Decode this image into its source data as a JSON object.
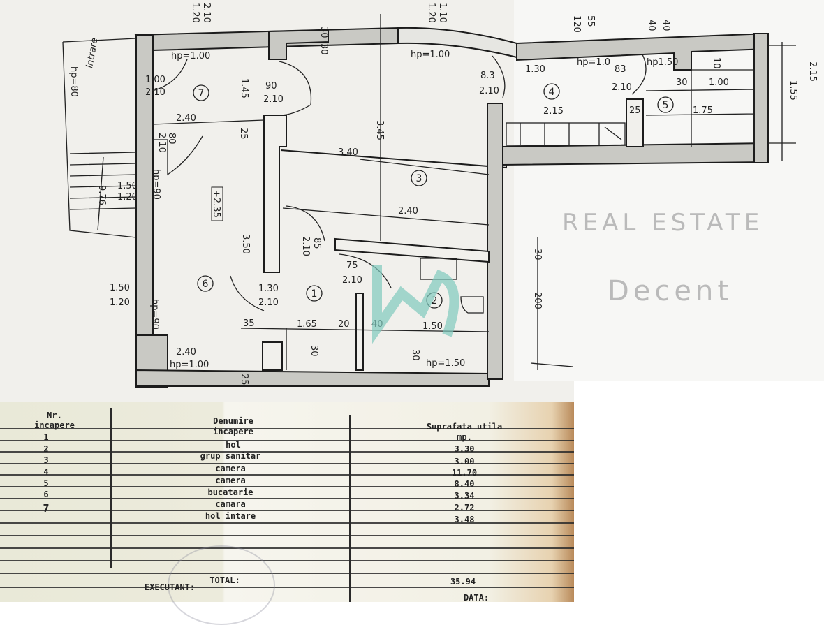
{
  "plan": {
    "rooms": [
      "1",
      "2",
      "3",
      "4",
      "5",
      "6",
      "7"
    ],
    "labels": [
      "2.10",
      "1.20",
      "1.10",
      "1.20",
      "hp=1.00",
      "hp=1.00",
      "30",
      "30",
      "1.00",
      "2.10",
      "1.45",
      "90",
      "2.10",
      "2.40",
      "25",
      "80",
      "2.10",
      "3.45",
      "3.40",
      "8.3",
      "2.10",
      "1.30",
      "2.15",
      "hp=1.0",
      "83",
      "2.10",
      "hp1.50",
      "120",
      "55",
      "40",
      "40",
      "10",
      "30",
      "1.00",
      "1.75",
      "25",
      "1.55",
      "2.15",
      "intrare",
      "hp=80",
      "1.50",
      "1.20",
      "9.76",
      "hp=90",
      "+2.35",
      "2.40",
      "3.50",
      "85",
      "2.10",
      "75",
      "2.10",
      "1.30",
      "2.10",
      "1.50",
      "1.20",
      "hp=90",
      "35",
      "1.65",
      "20",
      "40",
      "1.50",
      "30",
      "30",
      "hp=1.50",
      "2.40",
      "hp=1.00",
      "25",
      "200",
      "30"
    ],
    "watermark": {
      "line1": "REAL ESTATE",
      "line2": "Decent",
      "color": "#7fc9bd"
    }
  },
  "table": {
    "headers": {
      "nr": [
        "Nr.",
        "incapere"
      ],
      "name": [
        "Denumire",
        "incapere"
      ],
      "area": [
        "Suprafata utila",
        "mp."
      ]
    },
    "rows": [
      {
        "nr": "1",
        "name": "hol",
        "area": "3.30"
      },
      {
        "nr": "2",
        "name": "grup sanitar",
        "area": "3.00"
      },
      {
        "nr": "3",
        "name": "camera",
        "area": "11.70"
      },
      {
        "nr": "4",
        "name": "camera",
        "area": "8.40"
      },
      {
        "nr": "5",
        "name": "bucatarie",
        "area": "3.34"
      },
      {
        "nr": "6",
        "name": "camara",
        "area": "2.72"
      },
      {
        "nr": "7",
        "name": "hol intare",
        "area": "3.48"
      }
    ],
    "total_label": "TOTAL:",
    "total_value": "35.94",
    "executant_label": "EXECUTANT:",
    "data_label": "DATA:"
  }
}
